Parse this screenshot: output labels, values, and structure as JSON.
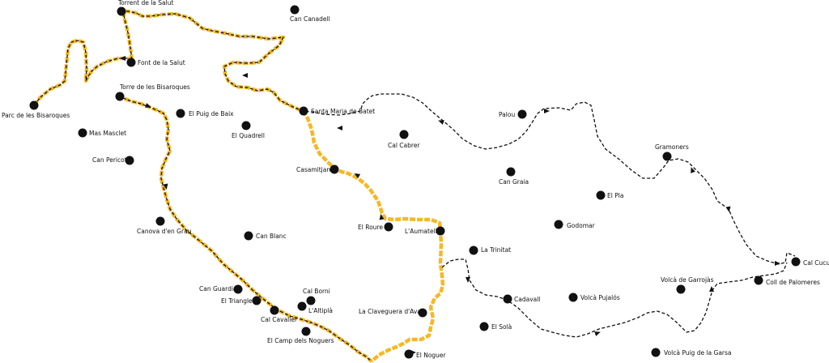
{
  "map": {
    "colors": {
      "track": "#111111",
      "highlight": "#f5b825",
      "point": "#111111",
      "background": "#ffffff"
    },
    "route_styles": {
      "track": "dashed",
      "highlight": "dashed"
    },
    "places": [
      {
        "name": "Torrent de la Salut",
        "id": "torrent-de-la-salut"
      },
      {
        "name": "Can Canadell",
        "id": "can-canadell"
      },
      {
        "name": "Font de la Salut",
        "id": "font-de-la-salut"
      },
      {
        "name": "Torre de les Bisaroques",
        "id": "torre-de-les-bisaroques"
      },
      {
        "name": "Parc de les Bisaroques",
        "id": "parc-de-les-bisaroques"
      },
      {
        "name": "El Puig de Baix",
        "id": "el-puig-de-baix"
      },
      {
        "name": "Mas Masclet",
        "id": "mas-masclet"
      },
      {
        "name": "El Quadrell",
        "id": "el-quadrell"
      },
      {
        "name": "Can Pericot",
        "id": "can-pericot"
      },
      {
        "name": "Santa Maria de Batet",
        "id": "santa-maria-de-batet"
      },
      {
        "name": "Cal Cabrer",
        "id": "cal-cabrer"
      },
      {
        "name": "Palou",
        "id": "palou"
      },
      {
        "name": "Casamitjana",
        "id": "casamitjana"
      },
      {
        "name": "Can Graia",
        "id": "can-graia"
      },
      {
        "name": "Gramoners",
        "id": "gramoners"
      },
      {
        "name": "El Pla",
        "id": "el-pla"
      },
      {
        "name": "Canova d'en Grau",
        "id": "canova-den-grau"
      },
      {
        "name": "Can Blanc",
        "id": "can-blanc"
      },
      {
        "name": "El Roure",
        "id": "el-roure"
      },
      {
        "name": "L'Aumatell",
        "id": "laumatell"
      },
      {
        "name": "Godomar",
        "id": "godomar"
      },
      {
        "name": "La Trinitat",
        "id": "la-trinitat"
      },
      {
        "name": "Cal Cucut",
        "id": "cal-cucut"
      },
      {
        "name": "Coll de Palomeres",
        "id": "coll-de-palomeres"
      },
      {
        "name": "Volcà de Garrojàs",
        "id": "volca-de-garrojas"
      },
      {
        "name": "Can Guardia",
        "id": "can-guardia"
      },
      {
        "name": "Cal Borni",
        "id": "cal-borni"
      },
      {
        "name": "El Triangle",
        "id": "el-triangle"
      },
      {
        "name": "L'Altiplà",
        "id": "laltipla"
      },
      {
        "name": "Cal Cavaller",
        "id": "cal-cavaller"
      },
      {
        "name": "Cadavall",
        "id": "cadavall"
      },
      {
        "name": "Volcà Pujalós",
        "id": "volca-pujalos"
      },
      {
        "name": "La Claveguera d'Avall",
        "id": "la-claveguera-davall"
      },
      {
        "name": "El Solà",
        "id": "el-sola"
      },
      {
        "name": "El Camp dels Noguers",
        "id": "el-camp-dels-noguers"
      },
      {
        "name": "El Noguer",
        "id": "el-noguer"
      },
      {
        "name": "Volcà Puig de la Garsa",
        "id": "volca-puig-de-la-garsa"
      }
    ]
  }
}
